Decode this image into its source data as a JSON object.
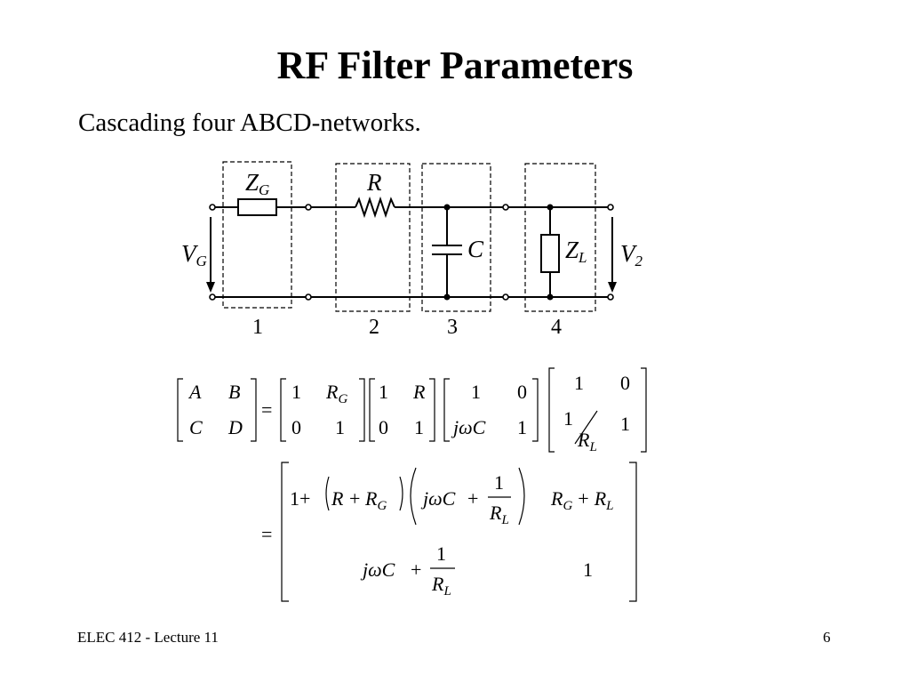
{
  "slide": {
    "title": "RF Filter Parameters",
    "subtitle": "Cascading four ABCD-networks.",
    "footer_left": "ELEC 412 - Lecture 11",
    "page_number": "6"
  },
  "circuit": {
    "block_numbers": [
      "1",
      "2",
      "3",
      "4"
    ],
    "labels": {
      "generator_impedance": "Z",
      "generator_impedance_sub": "G",
      "resistor": "R",
      "capacitor": "C",
      "load_impedance": "Z",
      "load_impedance_sub": "L",
      "source_voltage": "V",
      "source_voltage_sub": "G",
      "output_voltage": "V",
      "output_voltage_sub": "2"
    }
  },
  "equation": {
    "lhs": [
      "A",
      "B",
      "C",
      "D"
    ],
    "m1": [
      "1",
      "R",
      "G",
      "0",
      "1"
    ],
    "m2": [
      "1",
      "R",
      "0",
      "1"
    ],
    "m3": [
      "1",
      "0",
      "jωC",
      "1"
    ],
    "m4": [
      "1",
      "0",
      "1",
      "R",
      "L",
      "1"
    ],
    "result": {
      "a11_prefix": "1+",
      "a11_r": "R",
      "a11_plus": "+",
      "a11_rg": "R",
      "a11_rg_sub": "G",
      "a11_jwc": "jωC",
      "a11_plus2": "+",
      "frac_num": "1",
      "frac_den": "R",
      "frac_den_sub": "L",
      "a12": "R",
      "a12_sub_g": "G",
      "a12_plus": "+",
      "a12_rl": "R",
      "a12_sub_l": "L",
      "a21_jwc": "jωC",
      "a21_plus": "+",
      "a22": "1"
    },
    "equals": "="
  }
}
